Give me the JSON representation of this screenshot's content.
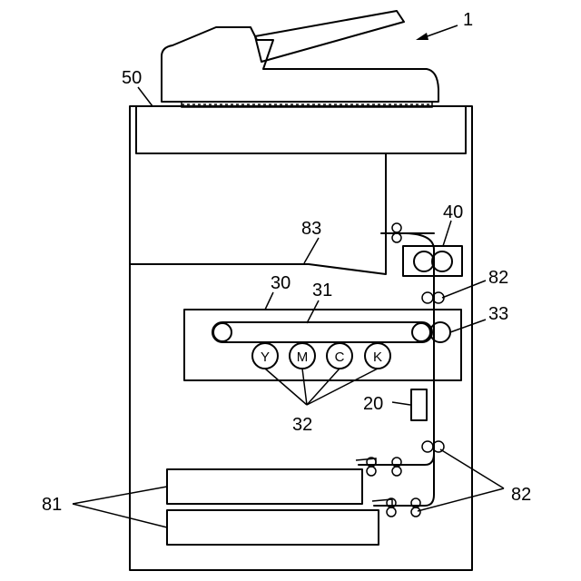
{
  "labels": {
    "apparatus": "1",
    "scanner": "50",
    "paper_path": "83",
    "fixing": "40",
    "rollers": "82",
    "image_forming": "30",
    "belt": "31",
    "secondary_transfer": "33",
    "exposure": "20",
    "photoreceptors": "32",
    "trays": "81",
    "rollers_lower": "82"
  },
  "drums": [
    "Y",
    "M",
    "C",
    "K"
  ]
}
